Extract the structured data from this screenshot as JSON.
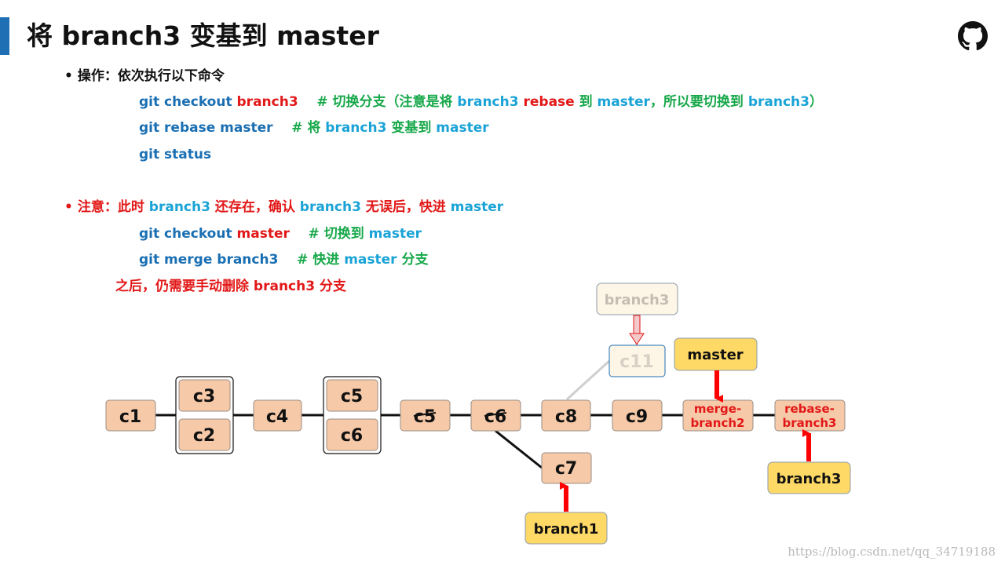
{
  "header": {
    "title": "将 branch3 变基到 master",
    "accent_color": "#1f6fb5",
    "icon": "github-icon"
  },
  "section1": {
    "bullet": "•",
    "heading": "操作：依次执行以下命令",
    "cmd1": {
      "a": "git checkout ",
      "b": "branch3",
      "c": "    # 切换分支（注意是将 ",
      "d": "branch3",
      "e": " rebase",
      "f": " 到 ",
      "g": "master",
      "h": "，所以要切换到 ",
      "i": "branch3",
      "j": "）"
    },
    "cmd2": {
      "a": "git rebase master",
      "b": "    # 将 ",
      "c": "branch3",
      "d": " 变基到 ",
      "e": "master"
    },
    "cmd3": {
      "a": "git status"
    }
  },
  "section2": {
    "bullet": "•",
    "note": {
      "a": "注意：此时 ",
      "b": "branch3",
      "c": " 还存在，确认 ",
      "d": "branch3",
      "e": " 无误后，快进 ",
      "f": "master"
    },
    "cmd1": {
      "a": "git checkout ",
      "b": "master",
      "c": "    # 切换到 ",
      "d": "master"
    },
    "cmd2": {
      "a": "git merge branch3",
      "b": "    # 快进 ",
      "c": "master",
      "d": " 分支"
    },
    "after": "之后，仍需要手动删除 branch3 分支"
  },
  "diagram": {
    "commits": {
      "c1": "c1",
      "c2": "c2",
      "c3": "c3",
      "c4": "c4",
      "c5a": "c5",
      "c6a": "c6",
      "c5b": "c5",
      "c6b": "c6",
      "c7": "c7",
      "c8": "c8",
      "c9": "c9",
      "c11": "c11"
    },
    "merge_node": [
      "merge-",
      "branch2"
    ],
    "rebase_node": [
      "rebase-",
      "branch3"
    ],
    "labels": {
      "master": "master",
      "branch1": "branch1",
      "branch3_new": "branch3",
      "branch3_old": "branch3"
    },
    "colors": {
      "commit_fill": "#f6c9a8",
      "label_fill": "#ffd966",
      "faded_fill": "#fdf5e6",
      "arrow": "#ff0000",
      "red_text": "#e21818"
    }
  },
  "watermark": "https://blog.csdn.net/qq_34719188"
}
